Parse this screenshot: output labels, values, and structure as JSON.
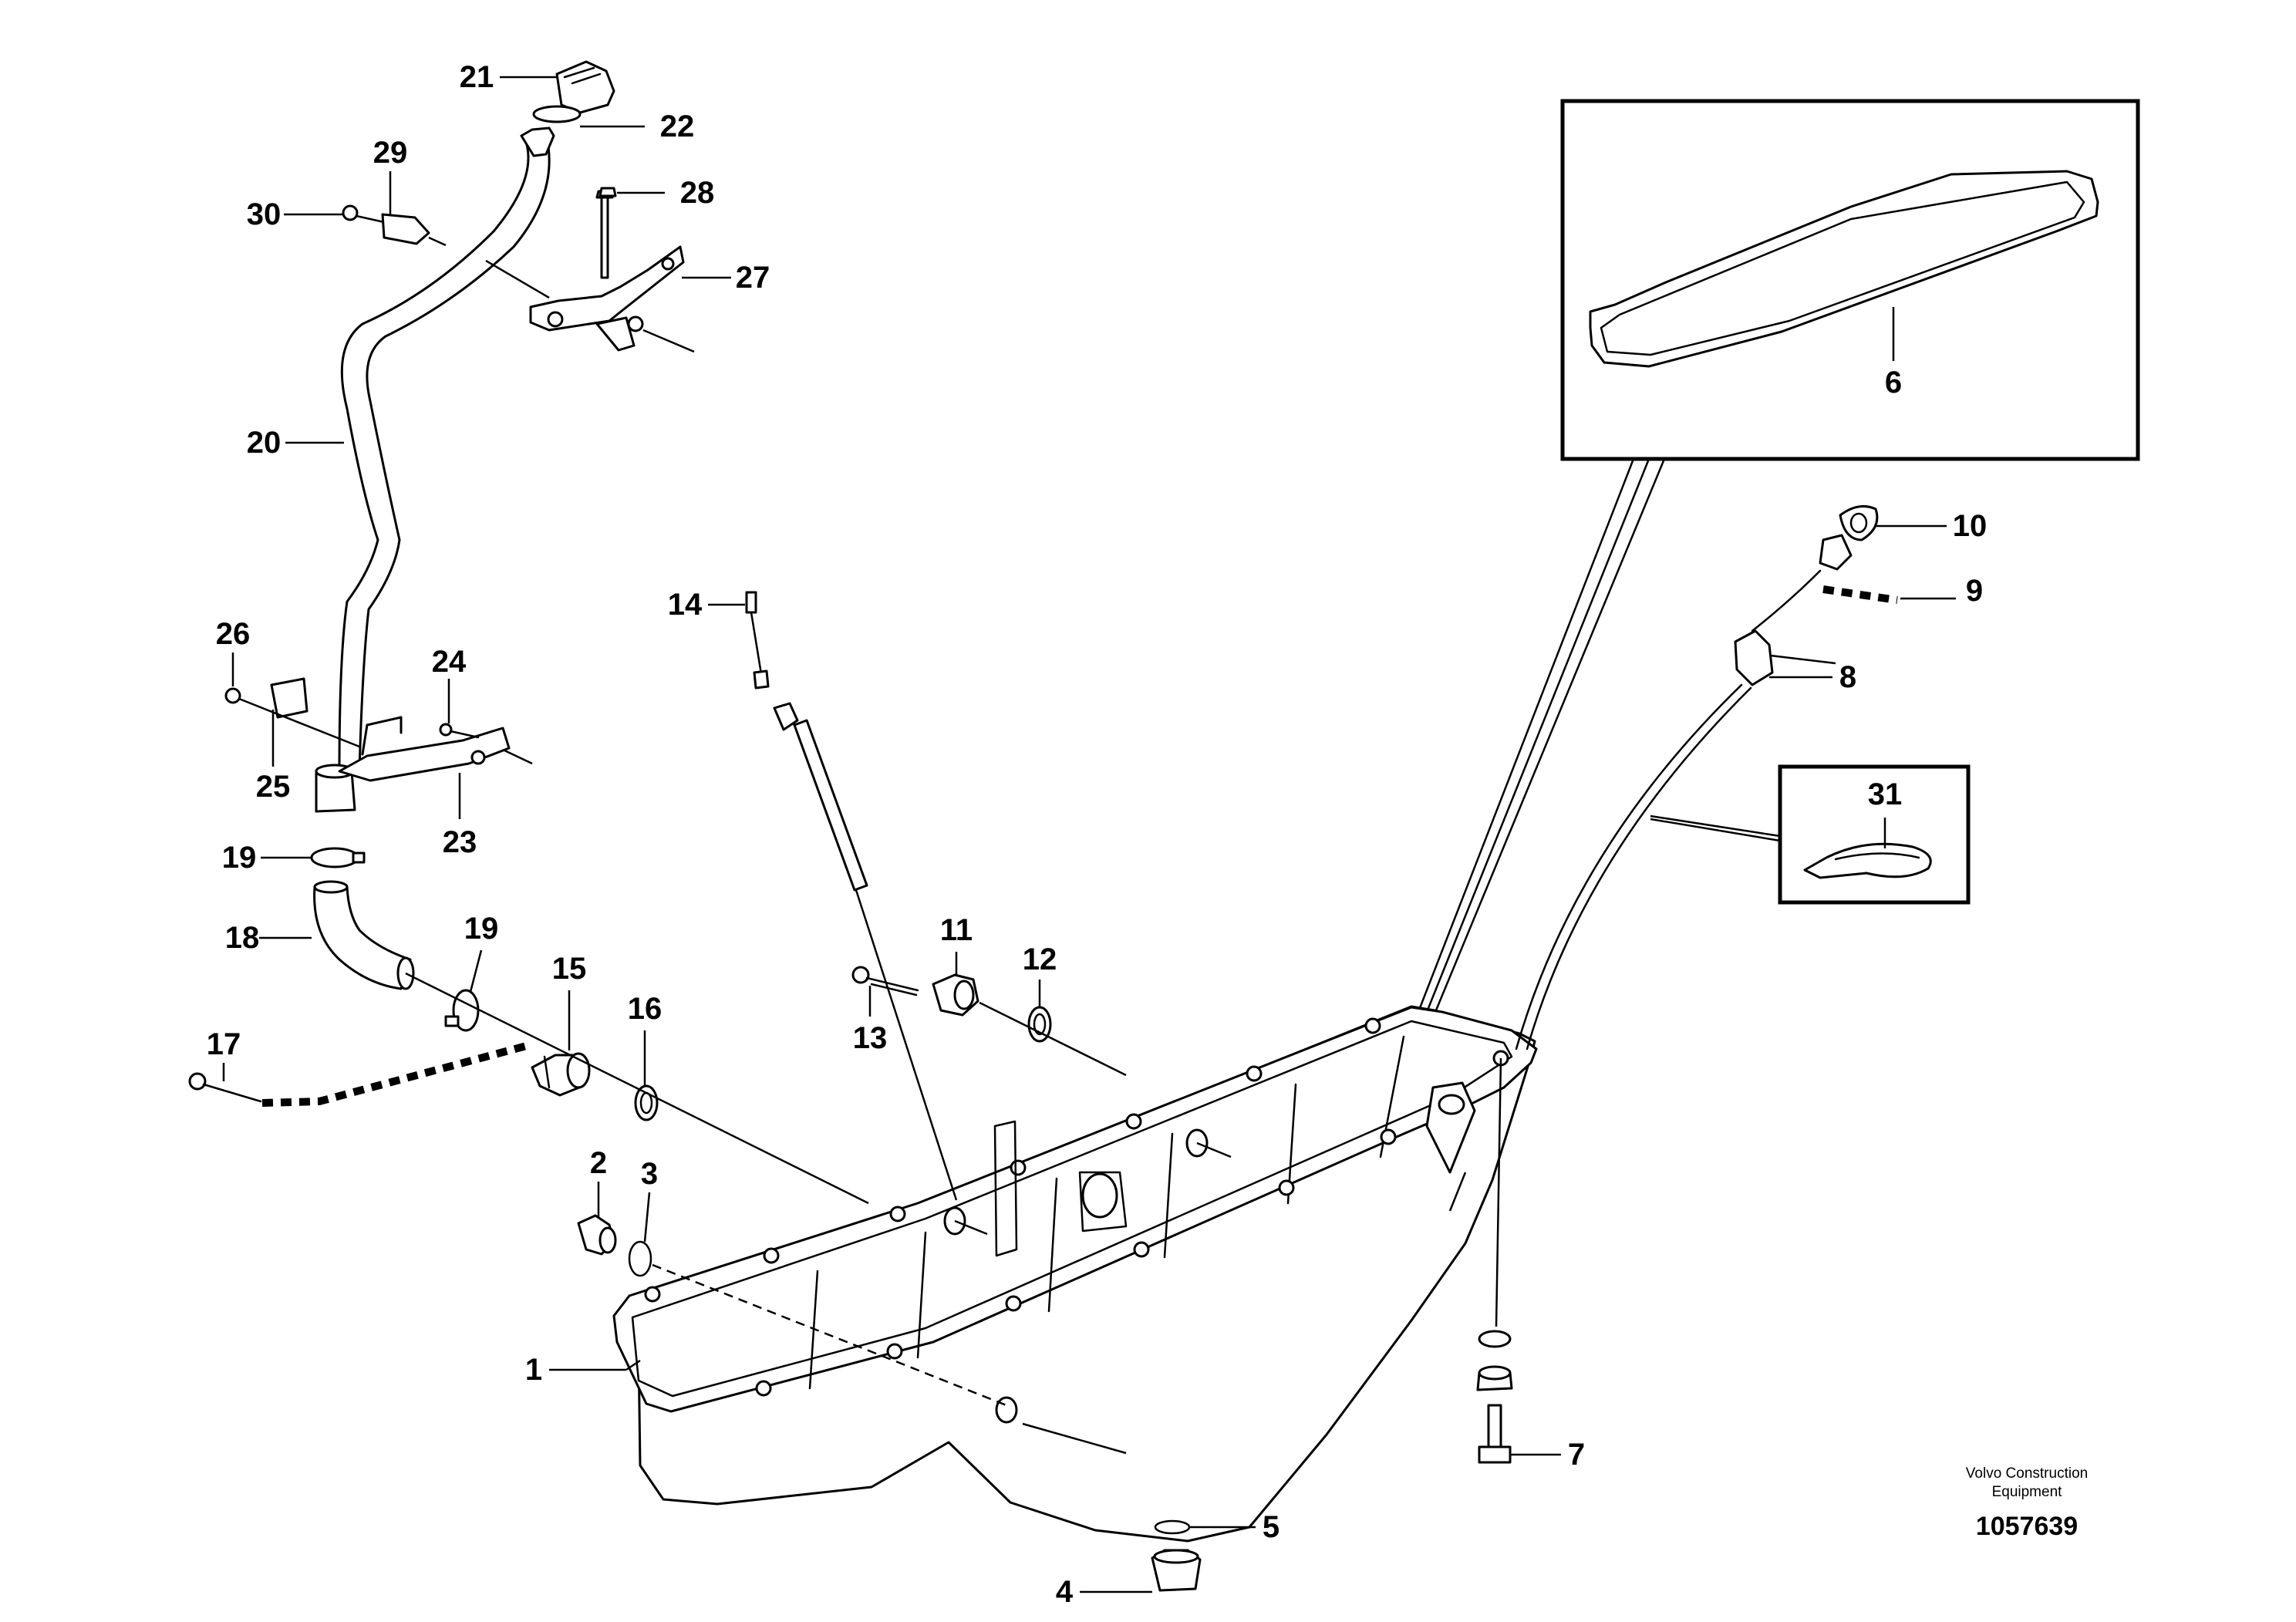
{
  "diagram": {
    "part_labels": {
      "p1": "1",
      "p2": "2",
      "p3": "3",
      "p4": "4",
      "p5": "5",
      "p6": "6",
      "p7": "7",
      "p8": "8",
      "p9": "9",
      "p10": "10",
      "p11": "11",
      "p12": "12",
      "p13": "13",
      "p14": "14",
      "p15": "15",
      "p16": "16",
      "p17": "17",
      "p18": "18",
      "p19a": "19",
      "p19b": "19",
      "p20": "20",
      "p21": "21",
      "p22": "22",
      "p23": "23",
      "p24": "24",
      "p25": "25",
      "p26": "26",
      "p27": "27",
      "p28": "28",
      "p29": "29",
      "p30": "30",
      "p31": "31"
    },
    "credit": {
      "line1": "Volvo Construction",
      "line2": "Equipment",
      "number": "1057639"
    }
  }
}
